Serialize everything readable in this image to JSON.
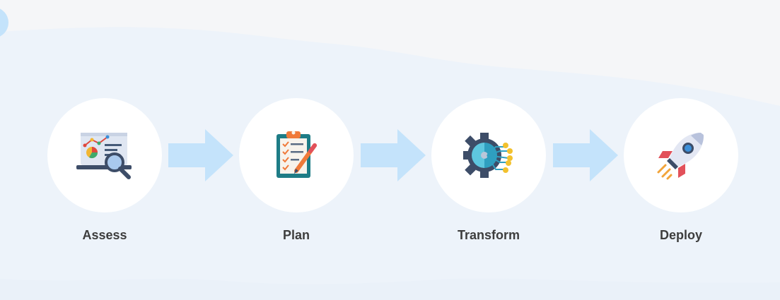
{
  "steps": [
    {
      "label": "Assess",
      "icon": "analytics-magnifier-icon"
    },
    {
      "label": "Plan",
      "icon": "clipboard-checklist-icon"
    },
    {
      "label": "Transform",
      "icon": "gear-circuit-icon"
    },
    {
      "label": "Deploy",
      "icon": "rocket-icon"
    }
  ],
  "colors": {
    "arrow": "#c4e3fb",
    "circle": "#ffffff",
    "background": "#f5f6f8",
    "wave": "#edf3fa",
    "label": "#3d3d3d"
  }
}
